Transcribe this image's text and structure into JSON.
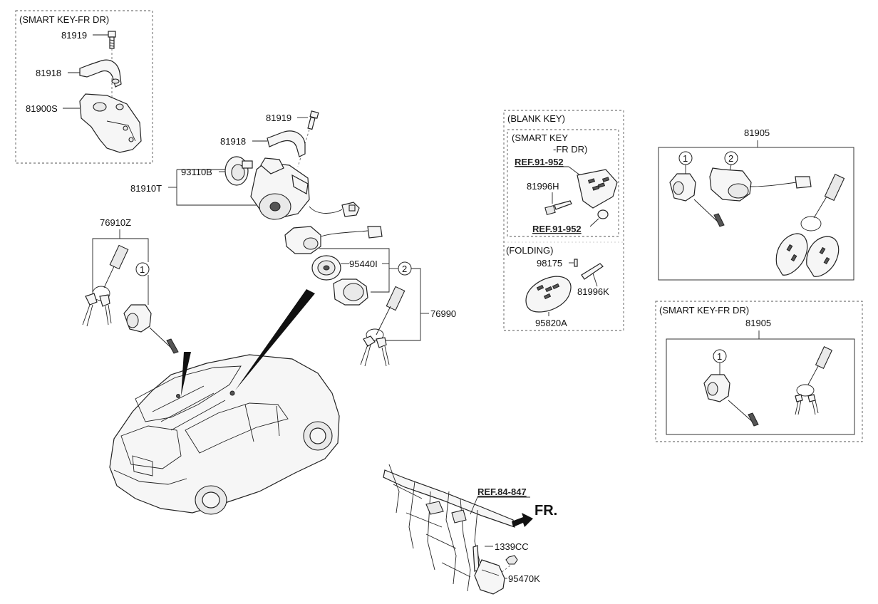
{
  "figure": {
    "groups": {
      "smart_key_fr_dr_top": "(SMART KEY-FR DR)",
      "blank_key": "(BLANK KEY)",
      "smart_key_fr_dr_inner_line1": "(SMART KEY",
      "smart_key_fr_dr_inner_line2": "-FR DR)",
      "folding": "(FOLDING)",
      "smart_key_fr_dr_right": "(SMART KEY-FR DR)"
    },
    "refs": {
      "ref_91_952_a": "REF.91-952",
      "ref_91_952_b": "REF.91-952",
      "ref_84_847": "REF.84-847"
    },
    "parts": {
      "p81919_top": "81919",
      "p81918_top": "81918",
      "p81900S": "81900S",
      "p81919_mid": "81919",
      "p81918_mid": "81918",
      "p93110B": "93110B",
      "p81910T": "81910T",
      "p76910Z": "76910Z",
      "p95440I": "95440I",
      "p76990": "76990",
      "p81996H": "81996H",
      "p98175": "98175",
      "p81996K": "81996K",
      "p95820A": "95820A",
      "p81905_top": "81905",
      "p81905_bottom": "81905",
      "p1339CC": "1339CC",
      "p95470K": "95470K"
    },
    "callouts": {
      "c1_left": "1",
      "c2_mid": "2",
      "c1_right_top": "1",
      "c2_right_top": "2",
      "c1_right_bottom": "1"
    },
    "direction": "FR."
  }
}
